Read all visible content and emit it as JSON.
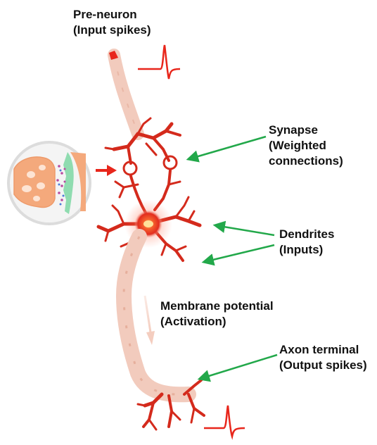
{
  "labels": {
    "pre_neuron": {
      "line1": "Pre-neuron",
      "line2": "(Input spikes)"
    },
    "synapse": {
      "line1": "Synapse",
      "line2": "(Weighted",
      "line3": "connections)"
    },
    "dendrites": {
      "line1": "Dendrites",
      "line2": "(Inputs)"
    },
    "membrane": {
      "line1": "Membrane potential",
      "line2": "(Activation)"
    },
    "axon_terminal": {
      "line1": "Axon terminal",
      "line2": "(Output spikes)"
    }
  },
  "colors": {
    "neuron_red": "#d42a1c",
    "axon_pink": "#f2cbbd",
    "arrow_green": "#22a84a",
    "arrow_red": "#e8261b",
    "synapse_orange": "#f2a97c",
    "cleft_green": "#8fdcb0",
    "soma_glow": "#f56a3a"
  },
  "icons": [
    "input-spike-icon",
    "output-spike-icon",
    "synapse-zoom-icon"
  ]
}
